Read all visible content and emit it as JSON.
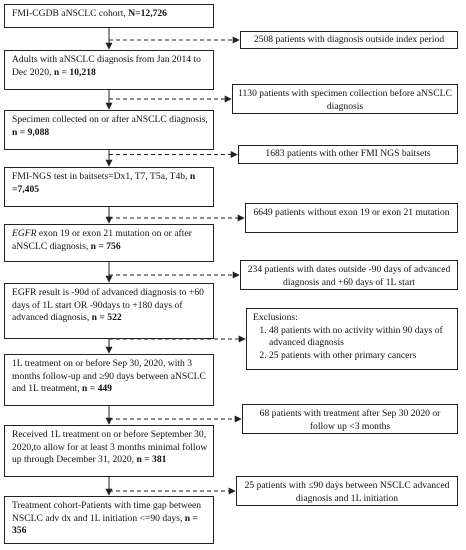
{
  "main_boxes": [
    {
      "name": "box-fmi-cgdb-cohort",
      "parts": [
        {
          "t": "FMI-CGDB aNSCLC cohort, "
        },
        {
          "t": "N=12,726",
          "b": true
        }
      ]
    },
    {
      "name": "box-adults-diagnosis-2014-2020",
      "parts": [
        {
          "t": "Adults with aNSCLC diagnosis from Jan 2014 to Dec 2020, "
        },
        {
          "t": "n = 10,218",
          "b": true
        }
      ]
    },
    {
      "name": "box-specimen-collected",
      "parts": [
        {
          "t": "Specimen collected on or after aNSCLC diagnosis, "
        },
        {
          "t": "n = 9,088",
          "b": true
        }
      ]
    },
    {
      "name": "box-fmi-ngs-baitsets",
      "parts": [
        {
          "t": "FMI-NGS test in baitsets=Dx1, T7, T5a, T4b, "
        },
        {
          "t": "n =7,405",
          "b": true
        }
      ]
    },
    {
      "name": "box-egfr-mutation",
      "parts": [
        {
          "t": "EGFR",
          "i": true
        },
        {
          "t": " exon 19 or exon 21 mutation on or after aNSCLC diagnosis, "
        },
        {
          "t": "n = 756",
          "b": true
        }
      ]
    },
    {
      "name": "box-egfr-result-window",
      "parts": [
        {
          "t": "EGFR result is -90d of advanced diagnosis to +60 days of 1L start OR -90days to +180 days of advanced diagnosis, "
        },
        {
          "t": "n = 522",
          "b": true
        }
      ]
    },
    {
      "name": "box-1l-treatment-followup",
      "parts": [
        {
          "t": "1L treatment on or before Sep 30, 2020, with 3 months follow-up and ≥90 days between aNSCLC and 1L treatment, "
        },
        {
          "t": "n = 449",
          "b": true
        }
      ]
    },
    {
      "name": "box-received-1l-treatment",
      "parts": [
        {
          "t": "Received 1L treatment on or before September 30, 2020,to allow for at least 3 months minimal follow up through December 31, 2020, "
        },
        {
          "t": "n = 381",
          "b": true
        }
      ]
    },
    {
      "name": "box-treatment-cohort",
      "parts": [
        {
          "t": "Treatment cohort-Patients with time gap between NSCLC adv dx and 1L initiation <=90 days, "
        },
        {
          "t": "n = 356",
          "b": true
        }
      ]
    }
  ],
  "exclusion_boxes": [
    {
      "name": "excl-outside-index-period",
      "text": "2508 patients with diagnosis outside index period"
    },
    {
      "name": "excl-specimen-before-diagnosis",
      "text": "1130 patients with specimen collection before aNSCLC diagnosis"
    },
    {
      "name": "excl-other-baitsets",
      "text": "1683 patients with other FMI NGS baitsets"
    },
    {
      "name": "excl-no-exon-mutation",
      "text": "6649 patients without exon 19 or exon 21 mutation"
    },
    {
      "name": "excl-dates-outside-window",
      "text": "234 patients with dates outside -90 days of advanced diagnosis and +60 days of 1L start"
    },
    {
      "name": "excl-after-sep-2020",
      "text": "68 patients with treatment after Sep 30 2020 or follow up <3 months"
    },
    {
      "name": "excl-gap-over-90-days",
      "text": "25 patients with ≤90 days between NSCLC advanced diagnosis and 1L initiation"
    }
  ],
  "exclusions_list": {
    "title": "Exclusions:",
    "items": [
      "48 patients with no activity within 90 days of advanced diagnosis",
      "25 patients with other primary cancers"
    ]
  }
}
